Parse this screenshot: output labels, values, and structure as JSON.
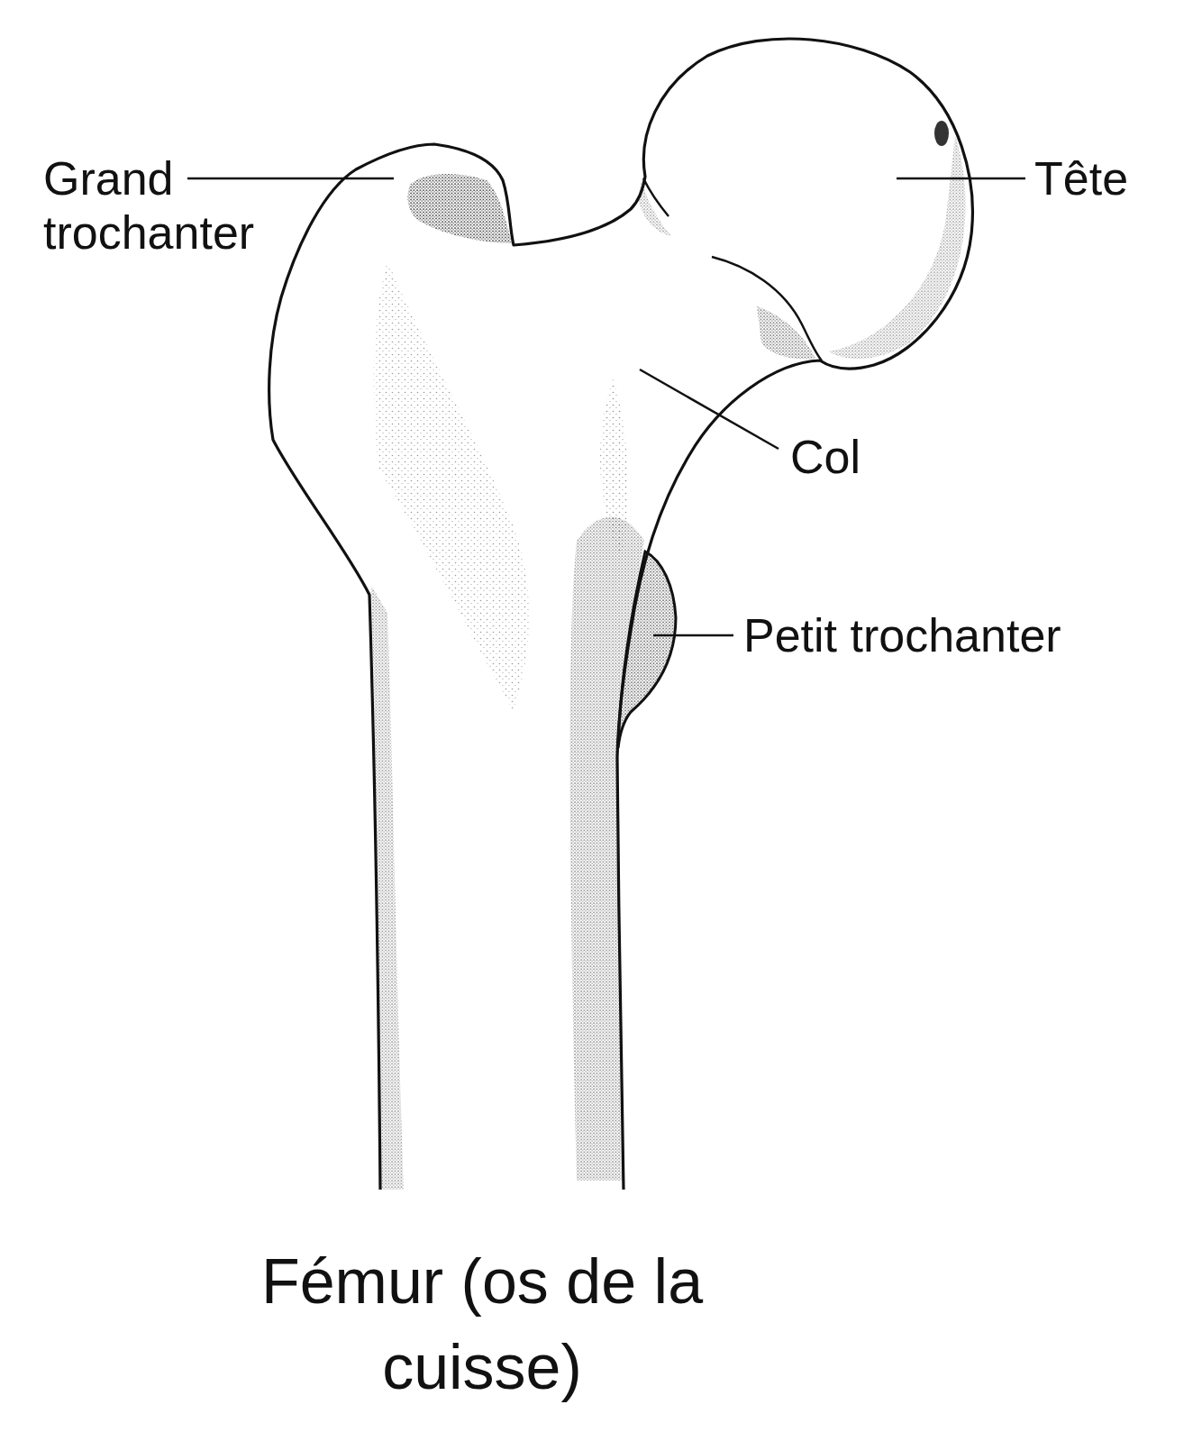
{
  "diagram": {
    "caption": "Fémur (os de la cuisse)",
    "labels": [
      "Grand trochanter",
      "Tête",
      "Col",
      "Petit trochanter"
    ]
  }
}
